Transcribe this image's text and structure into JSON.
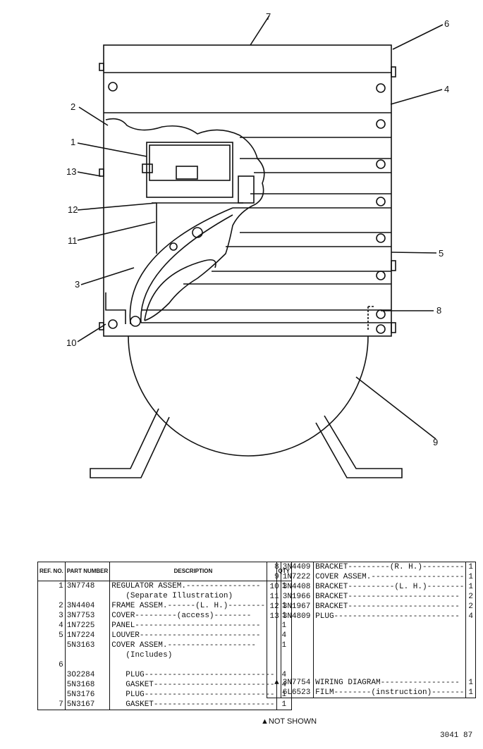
{
  "callouts": [
    "7",
    "6",
    "4",
    "2",
    "1",
    "13",
    "12",
    "11",
    "3",
    "10",
    "5",
    "8",
    "9"
  ],
  "headers": {
    "ref": "REF. NO.",
    "part": "PART NUMBER",
    "desc": "DESCRIPTION",
    "qty": "QTY"
  },
  "left_rows": [
    {
      "ref": "1",
      "part": "3N7748",
      "desc": "REGULATOR ASSEM.----------------",
      "qty": "1"
    },
    {
      "ref": "",
      "part": "",
      "desc": "(Separate Illustration)",
      "qty": ""
    },
    {
      "ref": "2",
      "part": "3N4404",
      "desc": "FRAME ASSEM.------(L. H.)--------",
      "qty": "1"
    },
    {
      "ref": "3",
      "part": "3N7753",
      "desc": "COVER---------(access)--------",
      "qty": "1"
    },
    {
      "ref": "4",
      "part": "1N7225",
      "desc": "PANEL---------------------------",
      "qty": "1"
    },
    {
      "ref": "5",
      "part": "1N7224",
      "desc": "LOUVER--------------------------",
      "qty": "4"
    },
    {
      "ref": "",
      "part": "5N3163",
      "desc": "COVER ASSEM.-------------------",
      "qty": "1"
    },
    {
      "ref": "",
      "part": "",
      "desc": "(Includes)",
      "qty": ""
    },
    {
      "ref": "6",
      "part": "",
      "desc": "",
      "qty": ""
    },
    {
      "ref": "",
      "part": "3O2284",
      "desc": "PLUG----------------------------",
      "qty": "4"
    },
    {
      "ref": "",
      "part": "5N3168",
      "desc": "GASKET--------------------------",
      "qty": "4"
    },
    {
      "ref": "",
      "part": "5N3176",
      "desc": "PLUG----------------------------",
      "qty": "1"
    },
    {
      "ref": "7",
      "part": "5N3167",
      "desc": "GASKET--------------------------",
      "qty": "1"
    }
  ],
  "right_rows": [
    {
      "ref": "8",
      "part": "3N4409",
      "desc": "BRACKET---------(R. H.)---------",
      "qty": "1"
    },
    {
      "ref": "9",
      "part": "1N7222",
      "desc": "COVER ASSEM.--------------------",
      "qty": "1"
    },
    {
      "ref": "10",
      "part": "3N4408",
      "desc": "BRACKET----------(L. H.)--------",
      "qty": "1"
    },
    {
      "ref": "11",
      "part": "3N1966",
      "desc": "BRACKET------------------------",
      "qty": "2"
    },
    {
      "ref": "12",
      "part": "3N1967",
      "desc": "BRACKET------------------------",
      "qty": "2"
    },
    {
      "ref": "13",
      "part": "3N4809",
      "desc": "PLUG---------------------------",
      "qty": "4"
    },
    {
      "ref": "",
      "part": "3N7754",
      "desc": "WIRING DIAGRAM-----------------",
      "qty": "1"
    },
    {
      "ref": "",
      "part": "6L6523",
      "desc": "FILM--------(instruction)-------",
      "qty": "1"
    }
  ],
  "footnote": "▲NOT SHOWN",
  "drawing_number": "3041 87"
}
